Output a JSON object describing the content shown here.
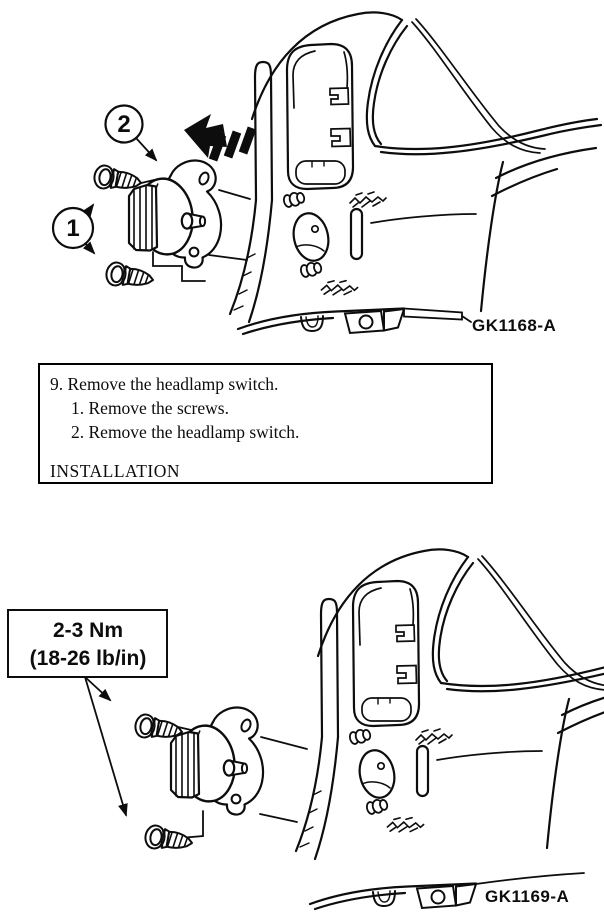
{
  "page": {
    "paper": "#ffffff",
    "ink": "#0d0d0d"
  },
  "figure_removal": {
    "figure_id": "GK1168-A",
    "callout_screws": "1",
    "callout_switch": "2"
  },
  "instruction_box": {
    "step_label": "9. Remove the headlamp switch.",
    "substeps": [
      "1. Remove the screws.",
      "2. Remove the headlamp switch."
    ],
    "section_heading": "INSTALLATION"
  },
  "figure_installation": {
    "figure_id": "GK1169-A",
    "torque_metric": "2-3 Nm",
    "torque_imperial": "(18-26 lb/in)"
  }
}
